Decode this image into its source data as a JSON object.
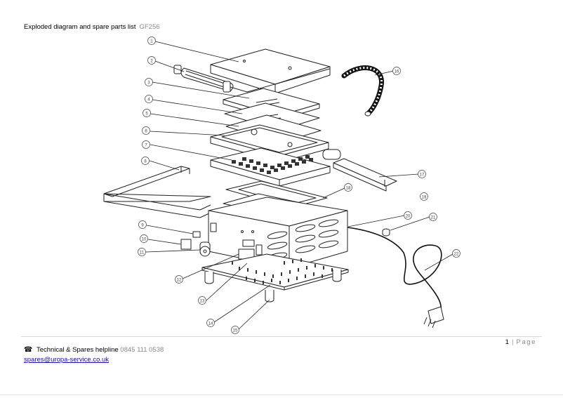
{
  "header": {
    "title": "Exploded diagram and spare parts list",
    "model": "GF256"
  },
  "callouts": [
    "1",
    "2",
    "3",
    "4",
    "5",
    "6",
    "7",
    "8",
    "9",
    "10",
    "11",
    "12",
    "13",
    "14",
    "15",
    "16",
    "17",
    "18",
    "19",
    "20",
    "21",
    "22"
  ],
  "footer": {
    "page_number": "1",
    "separator": "|",
    "page_word": "Page",
    "phone_icon": "☎",
    "helpline_label": "Technical & Spares helpline",
    "helpline_number": "0845 111 0538",
    "email": "spares@uropa-service.co.uk"
  }
}
